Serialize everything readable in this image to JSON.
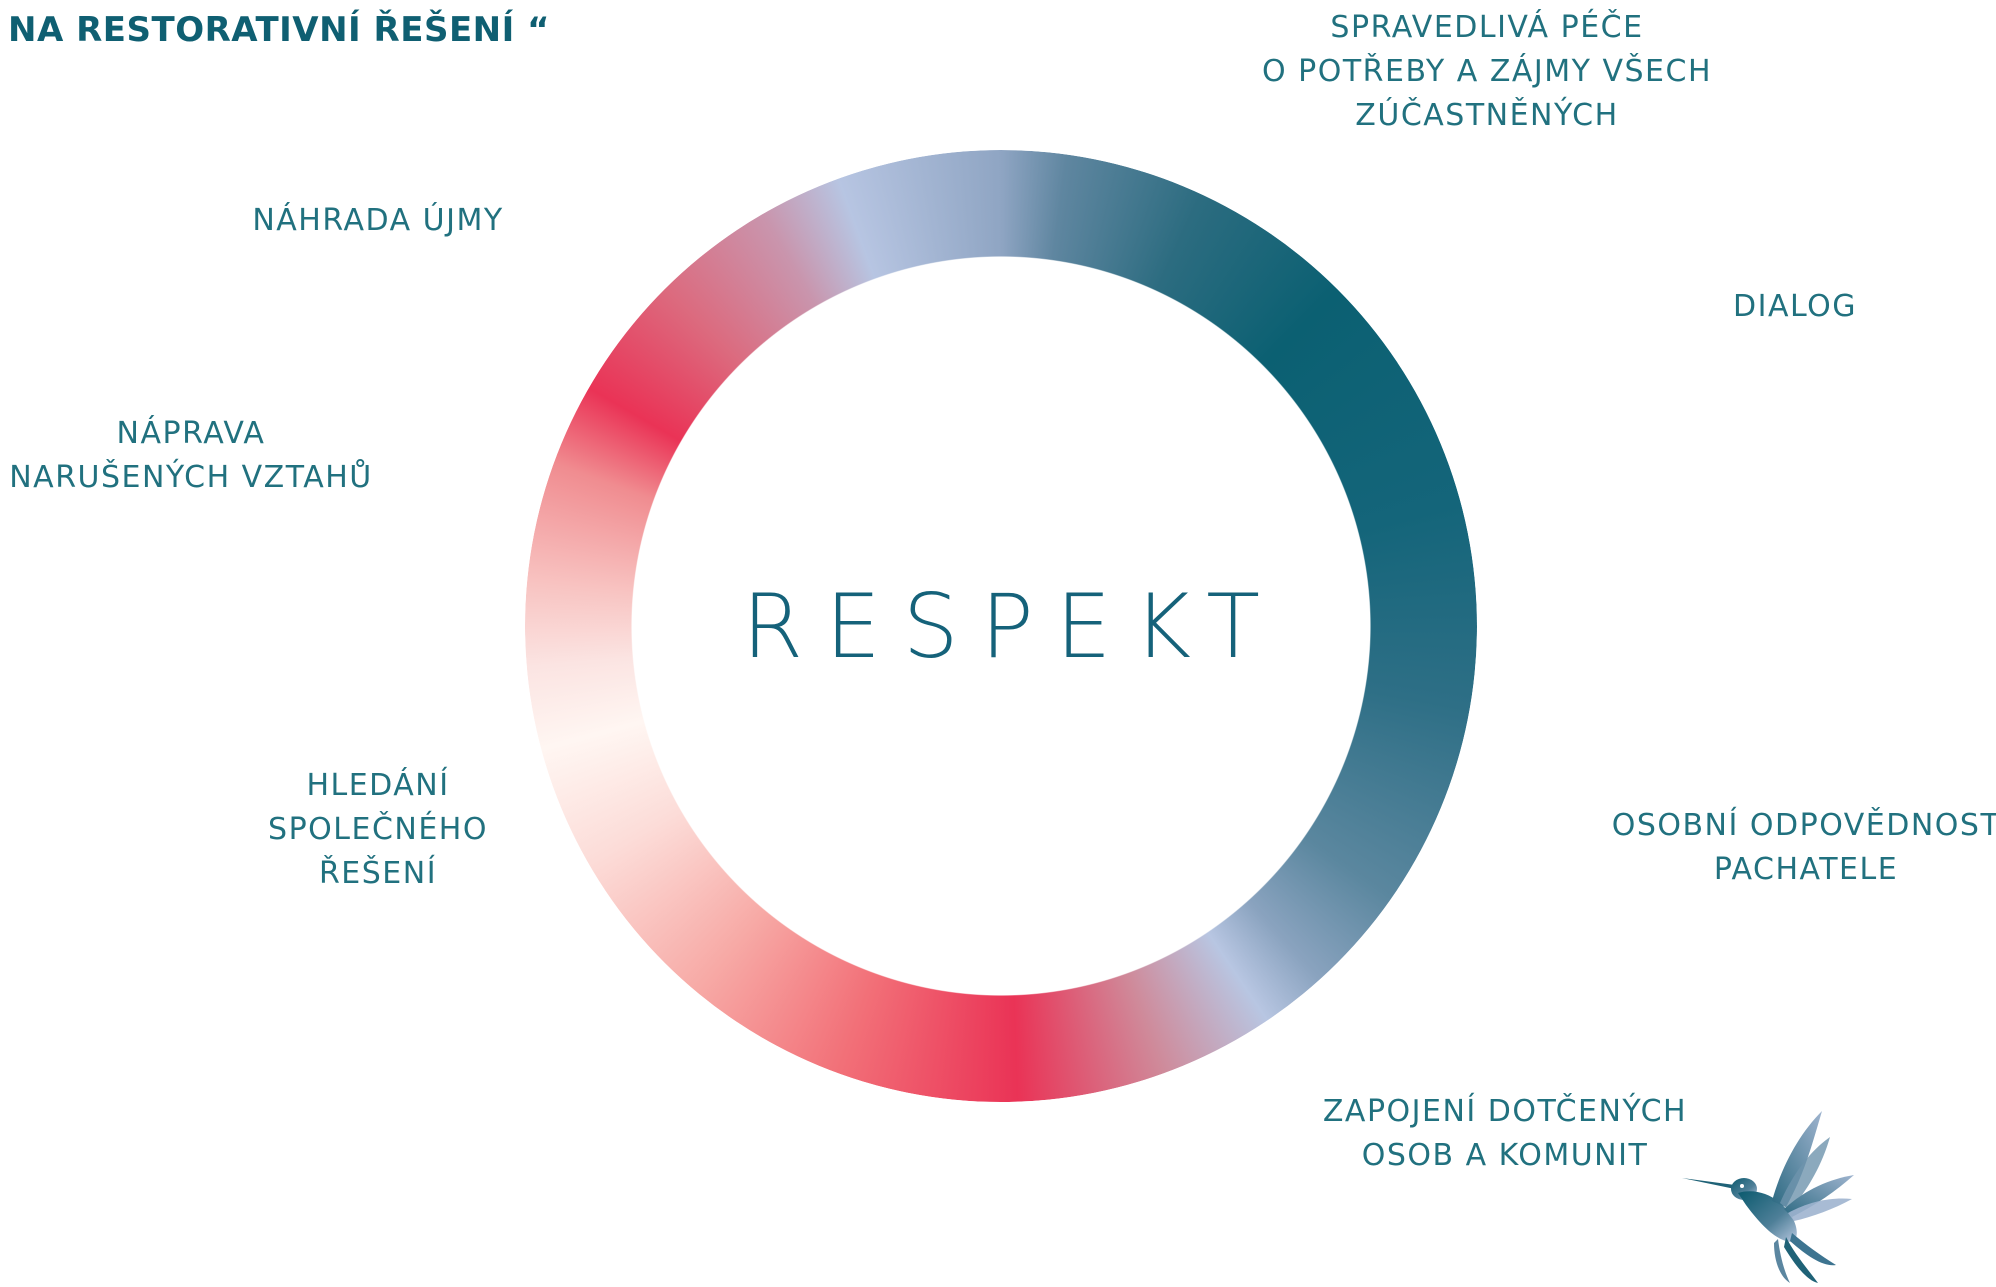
{
  "header": {
    "title": "NA RESTORATIVNÍ ŘEŠENÍ “"
  },
  "center": {
    "word": "RESPEKT"
  },
  "labels": {
    "top_right": [
      "SPRAVEDLIVÁ PÉČE",
      "O POTŘEBY A ZÁJMY VŠECH",
      "ZÚČASTNĚNÝCH"
    ],
    "top_left": [
      "NÁHRADA ÚJMY"
    ],
    "right": [
      "DIALOG"
    ],
    "left": [
      "NÁPRAVA",
      "NARUŠENÝCH VZTAHŮ"
    ],
    "bottom_left": [
      "HLEDÁNÍ",
      "SPOLEČNÉHO",
      "ŘEŠENÍ"
    ],
    "bottom_right": [
      "OSOBNÍ ODPOVĚDNOST",
      "PACHATELE"
    ],
    "bottom": [
      "ZAPOJENÍ DOTČENÝCH",
      "OSOB A KOMUNIT"
    ]
  },
  "colors": {
    "teal": "#0b6072",
    "red": "#ea3356",
    "periwinkle": "#b8c6e2",
    "blush": "#fff6f2"
  },
  "icons": {
    "bird": "hummingbird-icon"
  }
}
